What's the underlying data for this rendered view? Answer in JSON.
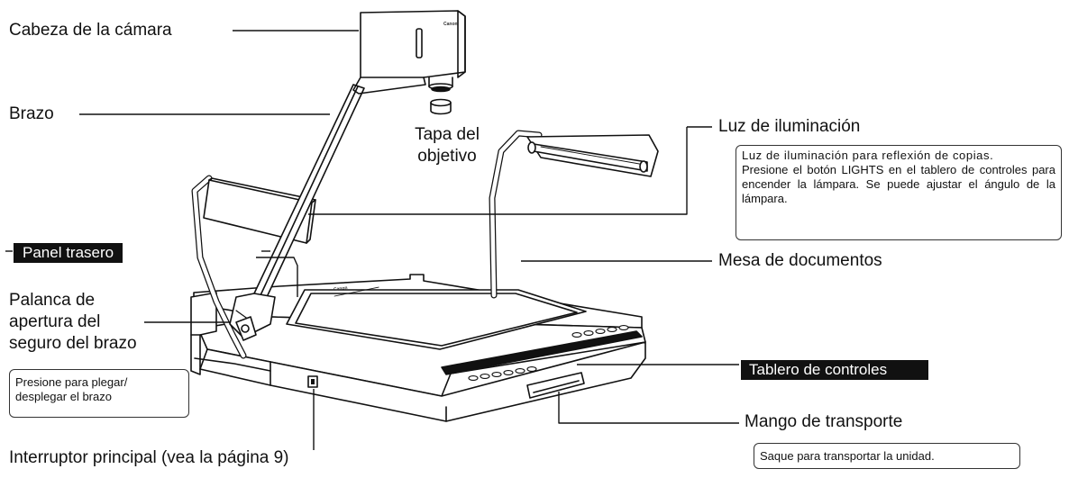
{
  "labels": {
    "camera_head": "Cabeza de la cámara",
    "arm": "Brazo",
    "lens_cap_line1": "Tapa del",
    "lens_cap_line2": "objetivo",
    "illumination_light": "Luz de iluminación",
    "rear_panel": "Panel trasero",
    "arm_lock_line1": "Palanca de",
    "arm_lock_line2": "apertura del",
    "arm_lock_line3": "seguro del brazo",
    "document_table": "Mesa de documentos",
    "control_panel": "Tablero de controles",
    "carry_handle": "Mango de transporte",
    "main_switch": "Interruptor principal (vea la página 9)"
  },
  "notes": {
    "illumination_line1": "Luz de iluminación para reflexión de copias.",
    "illumination_line2": "Presione el botón LIGHTS en el tablero de controles para encender la lámpara. Se puede ajustar el ángulo de la lámpara.",
    "arm_lock_line1": "Presione para plegar/",
    "arm_lock_line2": "desplegar el brazo",
    "carry_handle": "Saque para transportar la unidad."
  },
  "brand_marks": {
    "camera_head": "Canon",
    "base": "Canon"
  },
  "colors": {
    "line": "#111111",
    "tag_background": "#111111",
    "tag_text": "#ffffff"
  }
}
